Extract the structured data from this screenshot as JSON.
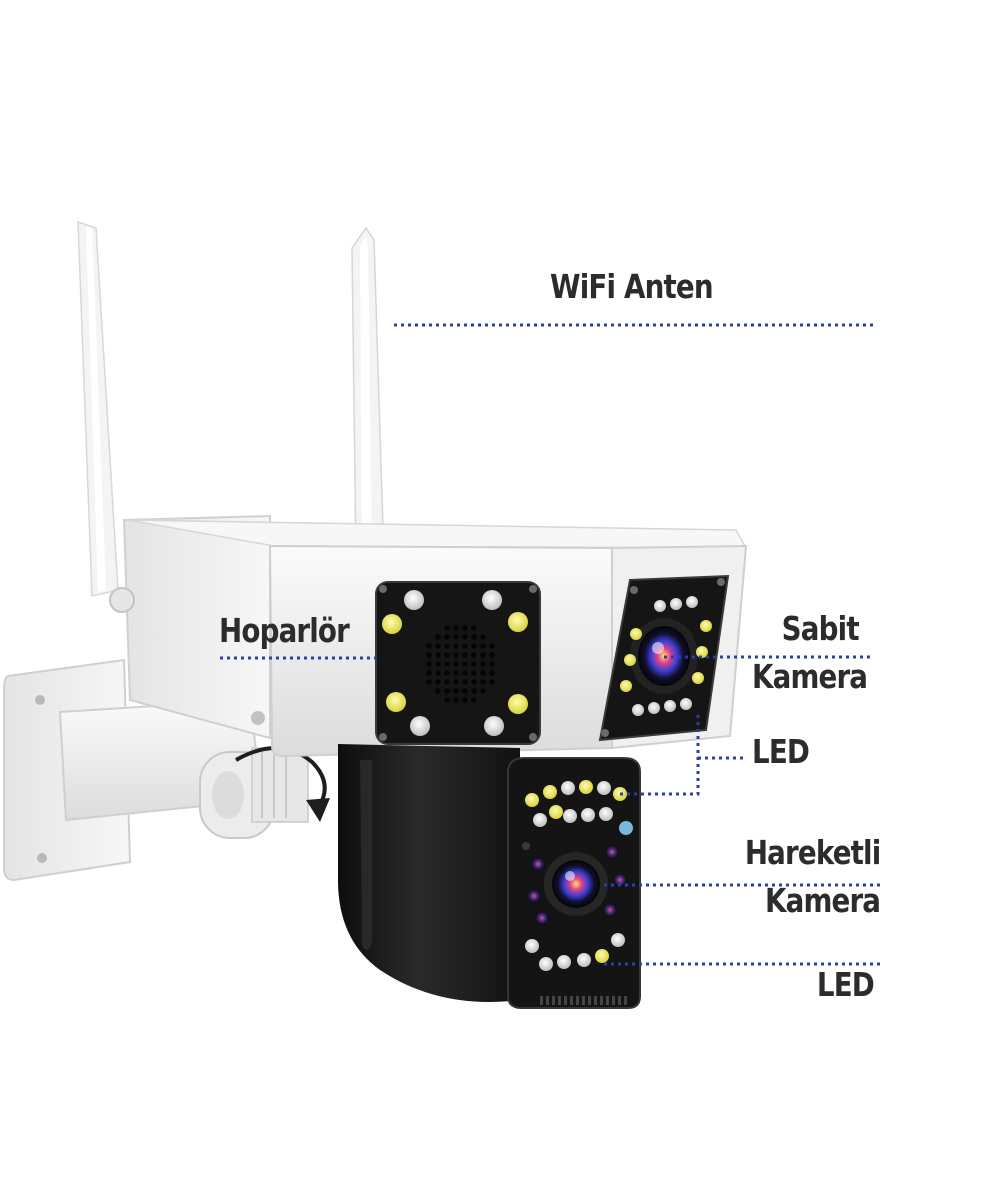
{
  "labels": {
    "wifi_antenna": "WiFi Anten",
    "speaker": "Hoparlör",
    "fixed_camera_line1": "Sabit",
    "fixed_camera_line2": "Kamera",
    "led_upper": "LED",
    "moving_camera_line1": "Hareketli",
    "moving_camera_line2": "Kamera",
    "led_lower": "LED"
  },
  "colors": {
    "label_text": "#2c2c2c",
    "leader_line": "#2c3fa8",
    "housing_white": "#f2f2f2",
    "housing_black": "#161616",
    "led_yellow": "#f4ef6a",
    "led_white": "#eeeeee"
  },
  "icons": [
    "rotation-arrow-icon"
  ]
}
